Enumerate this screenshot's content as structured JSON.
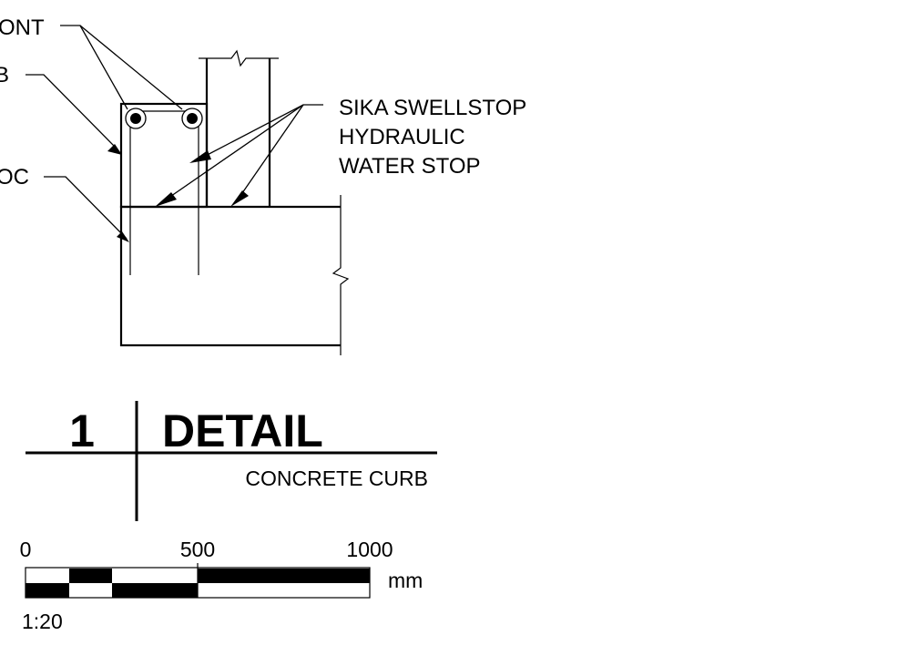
{
  "callouts": {
    "bar_cont": "ONT",
    "curb": "B",
    "dowel_oc": "OC",
    "waterstop": [
      "SIKA SWELLSTOP",
      "HYDRAULIC",
      "WATER STOP"
    ]
  },
  "title_block": {
    "number": "1",
    "title": "DETAIL",
    "subtitle": "CONCRETE CURB"
  },
  "scale_bar": {
    "tick_labels": [
      "0",
      "500",
      "1000"
    ],
    "unit": "mm",
    "scale": "1:20"
  }
}
